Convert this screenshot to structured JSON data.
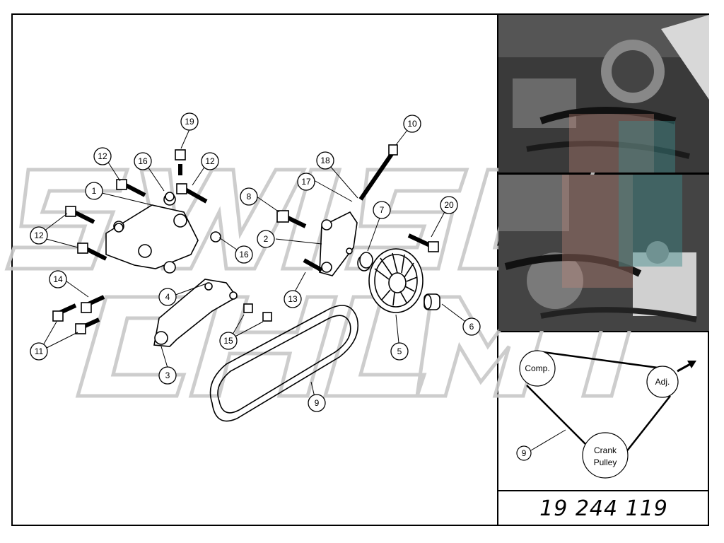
{
  "callouts": [
    {
      "n": "1"
    },
    {
      "n": "2"
    },
    {
      "n": "3"
    },
    {
      "n": "4"
    },
    {
      "n": "5"
    },
    {
      "n": "6"
    },
    {
      "n": "7"
    },
    {
      "n": "8"
    },
    {
      "n": "9"
    },
    {
      "n": "10"
    },
    {
      "n": "11"
    },
    {
      "n": "12"
    },
    {
      "n": "13"
    },
    {
      "n": "14"
    },
    {
      "n": "15"
    },
    {
      "n": "16"
    },
    {
      "n": "17"
    },
    {
      "n": "18"
    },
    {
      "n": "19"
    },
    {
      "n": "20"
    }
  ],
  "belt_diagram": {
    "comp_label": "Comp.",
    "adj_label": "Adj.",
    "crank_label_line1": "Crank",
    "crank_label_line2": "Pulley",
    "belt_number": "9"
  },
  "part_number": "19 244 119",
  "colors": {
    "line": "#000000",
    "watermark": "#c8c8c8",
    "photo_dark": "#2a2a2a",
    "photo_mid": "#7a7a7a",
    "overlay_red": "#c98a7a",
    "overlay_teal": "#3f8a8a"
  }
}
